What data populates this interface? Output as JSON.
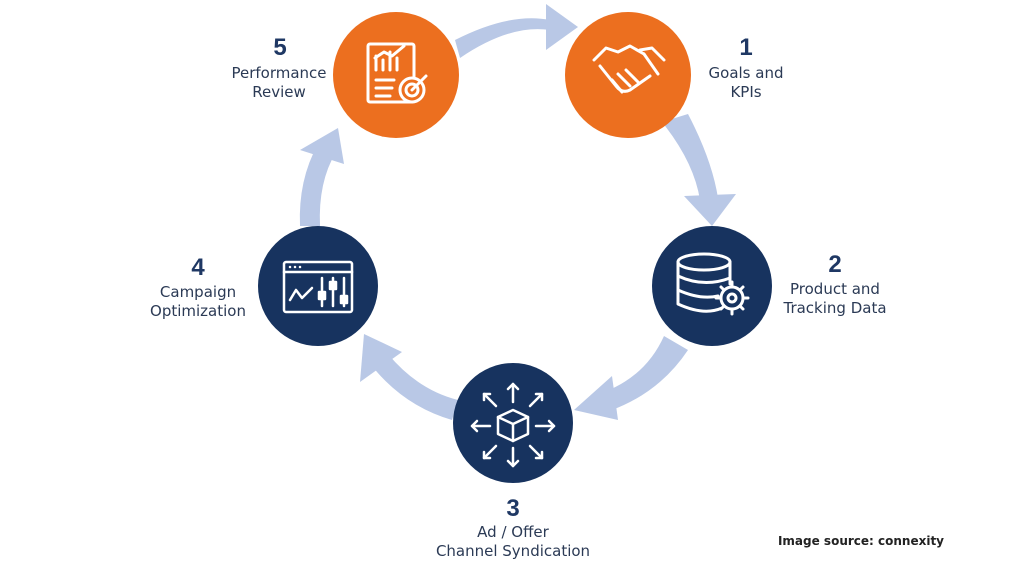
{
  "colors": {
    "orange": "#ec6f1f",
    "navy": "#17335f",
    "arrow": "#b9c8e6",
    "text_dark": "#1f3864"
  },
  "steps": [
    {
      "number": "1",
      "line1": "Goals and",
      "line2": "KPIs",
      "icon": "handshake-icon"
    },
    {
      "number": "2",
      "line1": "Product and",
      "line2": "Tracking Data",
      "icon": "database-gear-icon"
    },
    {
      "number": "3",
      "line1": "Ad / Offer",
      "line2": "Channel Syndication",
      "icon": "box-distribution-icon"
    },
    {
      "number": "4",
      "line1": "Campaign",
      "line2": "Optimization",
      "icon": "dashboard-sliders-icon"
    },
    {
      "number": "5",
      "line1": "Performance",
      "line2": "Review",
      "icon": "report-target-icon"
    }
  ],
  "source": "Image source: connexity"
}
